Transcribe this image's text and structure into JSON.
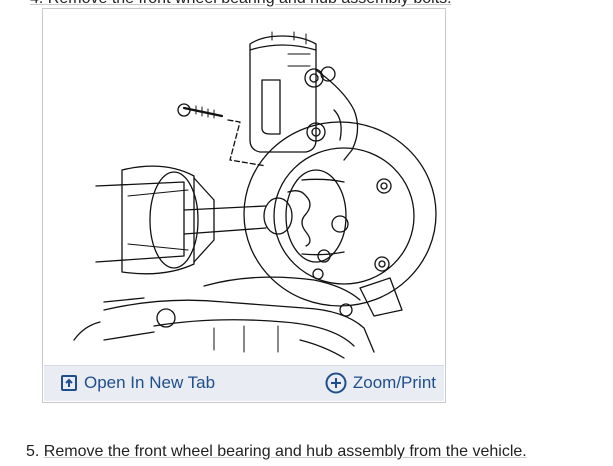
{
  "previous_step": {
    "text": "4. Remove the front wheel bearing and hub assembly bolts."
  },
  "figure": {
    "toolbar": {
      "open_tab": {
        "label": "Open In New Tab",
        "icon": "open-in-new-tab-icon"
      },
      "zoom_print": {
        "label": "Zoom/Print",
        "icon": "plus-circle-icon"
      }
    }
  },
  "step": {
    "number": "5.",
    "text": "Remove the front wheel bearing and hub assembly from the vehicle."
  },
  "colors": {
    "link": "#1f4e8c",
    "toolbar_bg": "#e9edf3",
    "border": "#c9c9c9"
  }
}
